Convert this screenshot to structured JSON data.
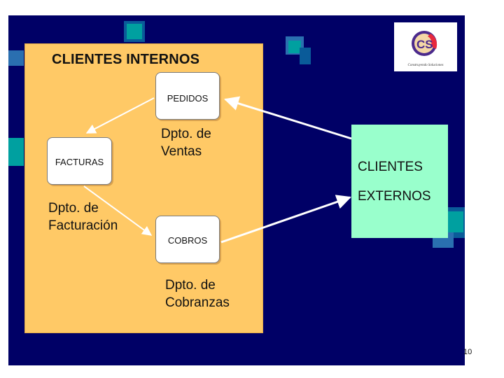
{
  "diagram": {
    "title": "CLIENTES INTERNOS",
    "nodes": {
      "pedidos": "PEDIDOS",
      "facturas": "FACTURAS",
      "cobros": "COBROS"
    },
    "departments": {
      "ventas": [
        "Dpto. de",
        "Ventas"
      ],
      "facturacion": [
        "Dpto. de",
        "Facturación"
      ],
      "cobranzas": [
        "Dpto. de",
        "Cobranzas"
      ]
    },
    "external": [
      "CLIENTES",
      "EXTERNOS"
    ],
    "logo": {
      "initials": "CS",
      "caption": "Construyendo Soluciones"
    },
    "page_number": "10"
  },
  "colors": {
    "background": "#000066",
    "internal_panel": "#ffc966",
    "external_panel": "#99ffcc",
    "arrows": "#ffffff",
    "accent_square_teal": "#009999",
    "accent_square_blue": "#0066aa",
    "logo_red": "#e8283c",
    "logo_purple": "#4b2a8c"
  },
  "edges": [
    {
      "from": "external",
      "to": "pedidos"
    },
    {
      "from": "pedidos",
      "to": "facturas"
    },
    {
      "from": "facturas",
      "to": "cobros"
    },
    {
      "from": "cobros",
      "to": "external"
    }
  ]
}
